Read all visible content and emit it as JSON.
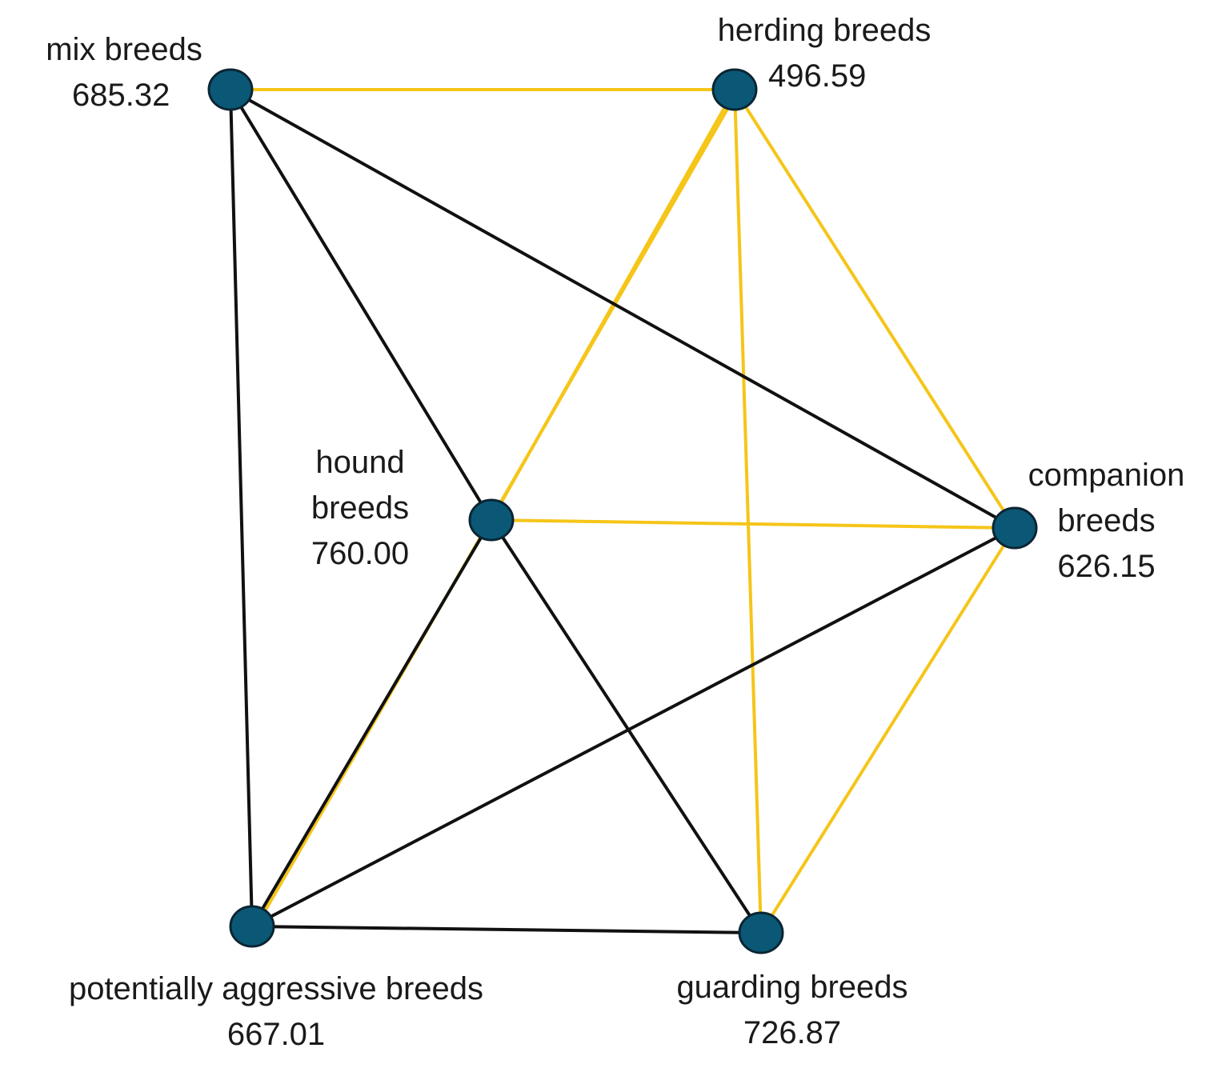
{
  "colors": {
    "node_fill": "#0a5876",
    "node_stroke": "#0b2533",
    "edge_black": "#111111",
    "edge_yellow": "#f5c518"
  },
  "nodes": {
    "mix": {
      "name": "mix breeds",
      "value": "685.32"
    },
    "herding": {
      "name": "herding breeds",
      "value": "496.59"
    },
    "hound": {
      "name_line1": "hound",
      "name_line2": "breeds",
      "value": "760.00"
    },
    "companion": {
      "name_line1": "companion",
      "name_line2": "breeds",
      "value": "626.15"
    },
    "aggressive": {
      "name": "potentially aggressive breeds",
      "value": "667.01"
    },
    "guarding": {
      "name": "guarding breeds",
      "value": "726.87"
    }
  },
  "edges": [
    {
      "from": "mix",
      "to": "herding",
      "color": "yellow"
    },
    {
      "from": "mix",
      "to": "hound",
      "color": "black"
    },
    {
      "from": "mix",
      "to": "companion",
      "color": "black"
    },
    {
      "from": "mix",
      "to": "aggressive",
      "color": "black"
    },
    {
      "from": "herding",
      "to": "hound",
      "color": "yellow"
    },
    {
      "from": "herding",
      "to": "companion",
      "color": "yellow"
    },
    {
      "from": "herding",
      "to": "guarding",
      "color": "yellow"
    },
    {
      "from": "herding",
      "to": "aggressive",
      "color": "yellow"
    },
    {
      "from": "hound",
      "to": "companion",
      "color": "yellow"
    },
    {
      "from": "hound",
      "to": "aggressive",
      "color": "black"
    },
    {
      "from": "hound",
      "to": "guarding",
      "color": "black"
    },
    {
      "from": "companion",
      "to": "aggressive",
      "color": "black"
    },
    {
      "from": "companion",
      "to": "guarding",
      "color": "yellow"
    },
    {
      "from": "aggressive",
      "to": "guarding",
      "color": "black"
    }
  ]
}
